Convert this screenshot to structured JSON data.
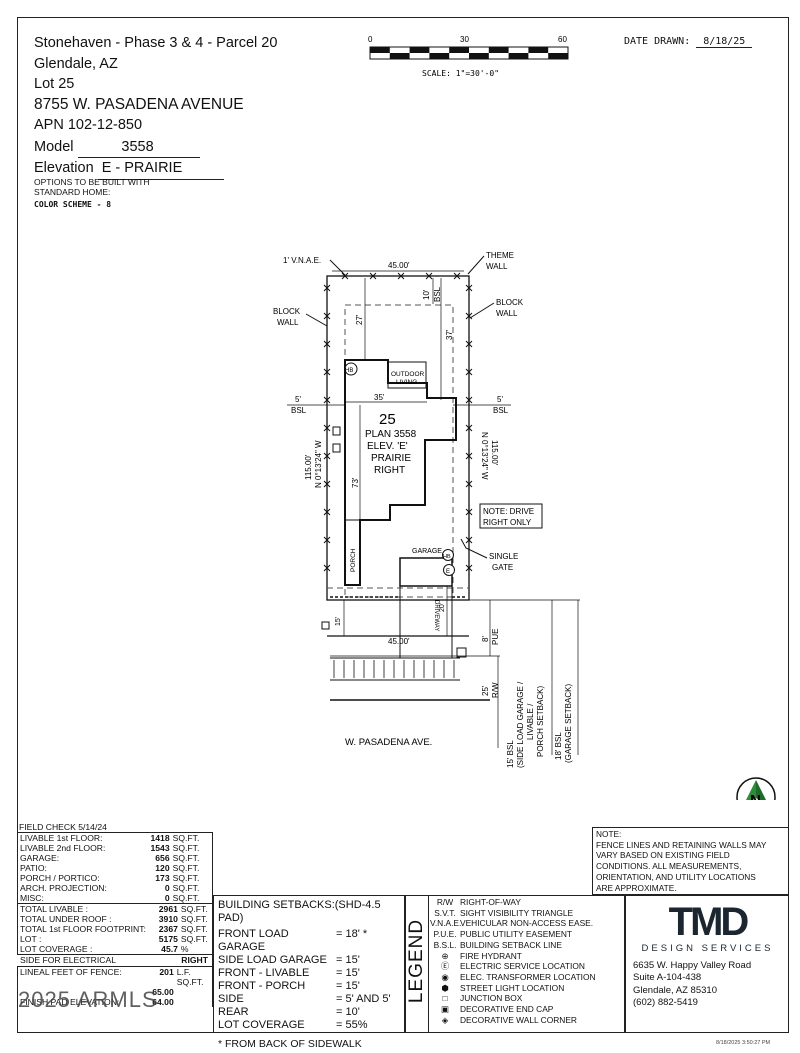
{
  "header": {
    "subdivision": "Stonehaven - Phase 3 & 4 - Parcel 20",
    "city": "Glendale, AZ",
    "lot_label": "Lot",
    "lot": "25",
    "address": "8755 W. PASADENA AVENUE",
    "apn_label": "APN",
    "apn": "102-12-850",
    "model_label": "Model",
    "model": "3558",
    "elevation_label": "Elevation",
    "elevation": "E - PRAIRIE",
    "options_line1": "OPTIONS TO BE BUILT WITH",
    "options_line2": "STANDARD HOME:",
    "color_scheme": "COLOR SCHEME - 8",
    "date_label": "DATE DRAWN:",
    "date": "8/18/25"
  },
  "scale": {
    "tick0": "0",
    "tick30": "30",
    "tick60": "60",
    "label": "SCALE: 1\"=30'-0\""
  },
  "plan": {
    "vnae": "1' V.N.A.E.",
    "top_width": "45.00'",
    "bottom_width": "45.00'",
    "theme_wall_1": "THEME",
    "theme_wall_2": "WALL",
    "block_wall_r1": "BLOCK",
    "block_wall_r2": "WALL",
    "block_wall_l1": "BLOCK",
    "block_wall_l2": "WALL",
    "rear_bsl_1": "10'",
    "rear_bsl_2": "BSL",
    "dim_27": "27'",
    "dim_37": "37'",
    "dim_35": "35'",
    "dim_73": "73'",
    "dim_20": "20'",
    "dim_15": "15'",
    "side_left_1": "5'",
    "side_left_2": "BSL",
    "side_right_1": "5'",
    "side_right_2": "BSL",
    "hb": "HB",
    "outdoor_1": "OUTDOOR",
    "outdoor_2": "LIVING",
    "lot_number": "25",
    "plan_line1": "PLAN 3558",
    "plan_line2": "ELEV. 'E'",
    "plan_line3": "PRAIRIE",
    "plan_line4": "RIGHT",
    "left_bearing_1": "115.00'",
    "left_bearing_2": "N 0°13'24\" W",
    "right_bearing_1": "N 0°13'24\" W",
    "right_bearing_2": "115.00'",
    "note_drive_1": "NOTE: DRIVE",
    "note_drive_2": "RIGHT ONLY",
    "garage": "GARAGE",
    "single_gate_1": "SINGLE",
    "single_gate_2": "GATE",
    "porch": "PORCH",
    "driveway": "DRIVEWAY",
    "pue_1": "8'",
    "pue_2": "PUE",
    "rw_1": "25'",
    "rw_2": "R/W",
    "setback_a_1": "15' BSL",
    "setback_a_2": "(SIDE LOAD GARAGE /",
    "setback_a_3": "LIVABLE /",
    "setback_a_4": "PORCH SETBACK)",
    "setback_b_1": "18' BSL",
    "setback_b_2": "(GARAGE SETBACK)",
    "street": "W. PASADENA AVE.",
    "north": "N"
  },
  "stats": {
    "field_check": "FIELD CHECK 5/14/24",
    "rows_a": [
      {
        "label": "LIVABLE 1st FLOOR:",
        "value": "1418",
        "unit": "SQ.FT."
      },
      {
        "label": "LIVABLE 2nd FLOOR:",
        "value": "1543",
        "unit": "SQ.FT."
      },
      {
        "label": "GARAGE:",
        "value": "656",
        "unit": "SQ.FT."
      },
      {
        "label": "PATIO:",
        "value": "120",
        "unit": "SQ.FT."
      },
      {
        "label": "PORCH / PORTICO:",
        "value": "173",
        "unit": "SQ.FT."
      },
      {
        "label": "ARCH. PROJECTION:",
        "value": "0",
        "unit": "SQ.FT."
      },
      {
        "label": "MISC:",
        "value": "0",
        "unit": "SQ.FT."
      }
    ],
    "rows_b": [
      {
        "label": "TOTAL LIVABLE :",
        "value": "2961",
        "unit": "SQ.FT."
      },
      {
        "label": "TOTAL UNDER ROOF :",
        "value": "3910",
        "unit": "SQ.FT."
      },
      {
        "label": "TOTAL 1st FLOOR FOOTPRINT:",
        "value": "2367",
        "unit": "SQ.FT."
      },
      {
        "label": "LOT :",
        "value": "5175",
        "unit": "SQ.FT."
      },
      {
        "label": "LOT COVERAGE :",
        "value": "45.7",
        "unit": "%"
      }
    ],
    "electrical_label": "SIDE FOR ELECTRICAL",
    "electrical_value": "RIGHT",
    "rows_c": [
      {
        "label": "LINEAL FEET OF FENCE:",
        "value": "201",
        "unit": "L.F."
      },
      {
        "label": "",
        "value": "",
        "unit": "SQ.FT."
      },
      {
        "label": "",
        "value": "65.00",
        "unit": ""
      },
      {
        "label": "FINISH PAD ELEVATION:",
        "value": "64.00",
        "unit": ""
      }
    ],
    "watermark": "2025 ARMLS"
  },
  "setbacks": {
    "title": "BUILDING SETBACKS:(SHD-4.5 PAD)",
    "rows": [
      {
        "label": "FRONT LOAD GARAGE",
        "value": "= 18' *"
      },
      {
        "label": "SIDE LOAD GARAGE",
        "value": "= 15'"
      },
      {
        "label": "FRONT - LIVABLE",
        "value": "= 15'"
      },
      {
        "label": "FRONT - PORCH",
        "value": "= 15'"
      },
      {
        "label": "SIDE",
        "value": "= 5' AND 5'"
      },
      {
        "label": "REAR",
        "value": "= 10'"
      },
      {
        "label": "LOT COVERAGE",
        "value": "= 55%"
      }
    ],
    "footnote": "* FROM BACK OF SIDEWALK"
  },
  "legend": {
    "title": "LEGEND",
    "rows": [
      {
        "sym": "R/W",
        "desc": "RIGHT-OF-WAY"
      },
      {
        "sym": "S.V.T.",
        "desc": "SIGHT VISIBILITY TRIANGLE"
      },
      {
        "sym": "V.N.A.E.",
        "desc": "VEHICULAR NON-ACCESS EASE."
      },
      {
        "sym": "P.U.E.",
        "desc": "PUBLIC UTILITY EASEMENT"
      },
      {
        "sym": "B.S.L.",
        "desc": "BUILDING SETBACK LINE"
      },
      {
        "sym": "",
        "desc": "FIRE HYDRANT"
      },
      {
        "sym": "",
        "desc": "ELECTRIC SERVICE LOCATION"
      },
      {
        "sym": "",
        "desc": "ELEC. TRANSFORMER LOCATION"
      },
      {
        "sym": "",
        "desc": "STREET LIGHT LOCATION"
      },
      {
        "sym": "",
        "desc": "JUNCTION BOX"
      },
      {
        "sym": "",
        "desc": "DECORATIVE END CAP"
      },
      {
        "sym": "",
        "desc": "DECORATIVE WALL CORNER"
      }
    ]
  },
  "note": {
    "lines": [
      "NOTE:",
      "FENCE LINES AND RETAINING WALLS MAY",
      "VARY BASED ON EXISTING FIELD",
      "CONDITIONS. ALL MEASUREMENTS,",
      "ORIENTATION, AND UTILITY LOCATIONS",
      "ARE APPROXIMATE."
    ]
  },
  "company": {
    "logo": "TMD",
    "tagline": "DESIGN SERVICES",
    "addr1": "6635 W. Happy Valley Road",
    "addr2": "Suite A-104-438",
    "addr3": "Glendale, AZ 85310",
    "phone": "(602) 882-5419"
  },
  "footer_stamp": "8/18/2025 3:50:27 PM"
}
